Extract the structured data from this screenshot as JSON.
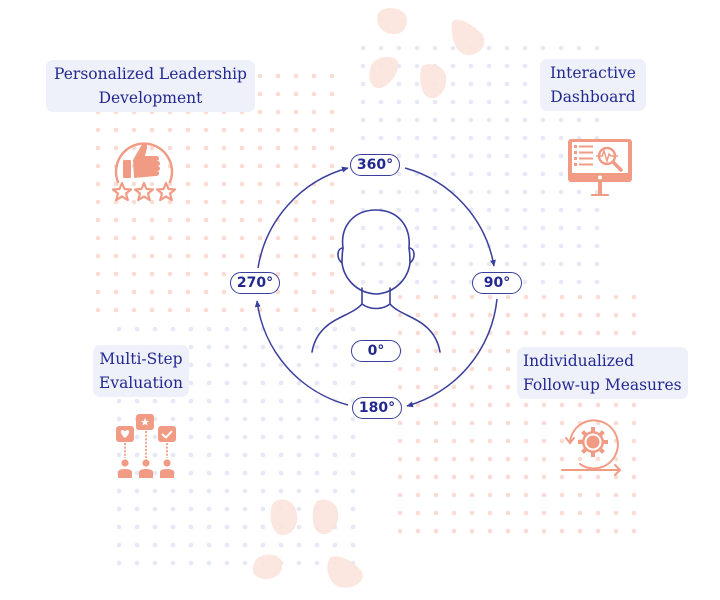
{
  "colors": {
    "navy": "#23298f",
    "stroke": "#3b3f9c",
    "label_bg": "#eef0fa",
    "accent": "#f19b84",
    "blob": "#fbe5dd",
    "dot_pink": "#fbdcd4",
    "dot_blue": "#e6e8f6"
  },
  "center_figure": {
    "icon": "person-head-shoulders-icon",
    "degrees": {
      "top": "360°",
      "right": "90°",
      "bottom": "180°",
      "left": "270°",
      "center": "0°"
    }
  },
  "features": {
    "top_left": {
      "lines": [
        "Personalized Leadership",
        "Development"
      ],
      "icon": "thumbs-up-stars-icon"
    },
    "top_right": {
      "lines": [
        "Interactive",
        "Dashboard"
      ],
      "icon": "monitor-analytics-icon"
    },
    "bottom_left": {
      "lines": [
        "Multi-Step",
        "Evaluation"
      ],
      "icon": "people-feedback-icon"
    },
    "bottom_right": {
      "lines": [
        "Individualized",
        "Follow-up Measures"
      ],
      "icon": "gear-cycle-icon"
    }
  }
}
